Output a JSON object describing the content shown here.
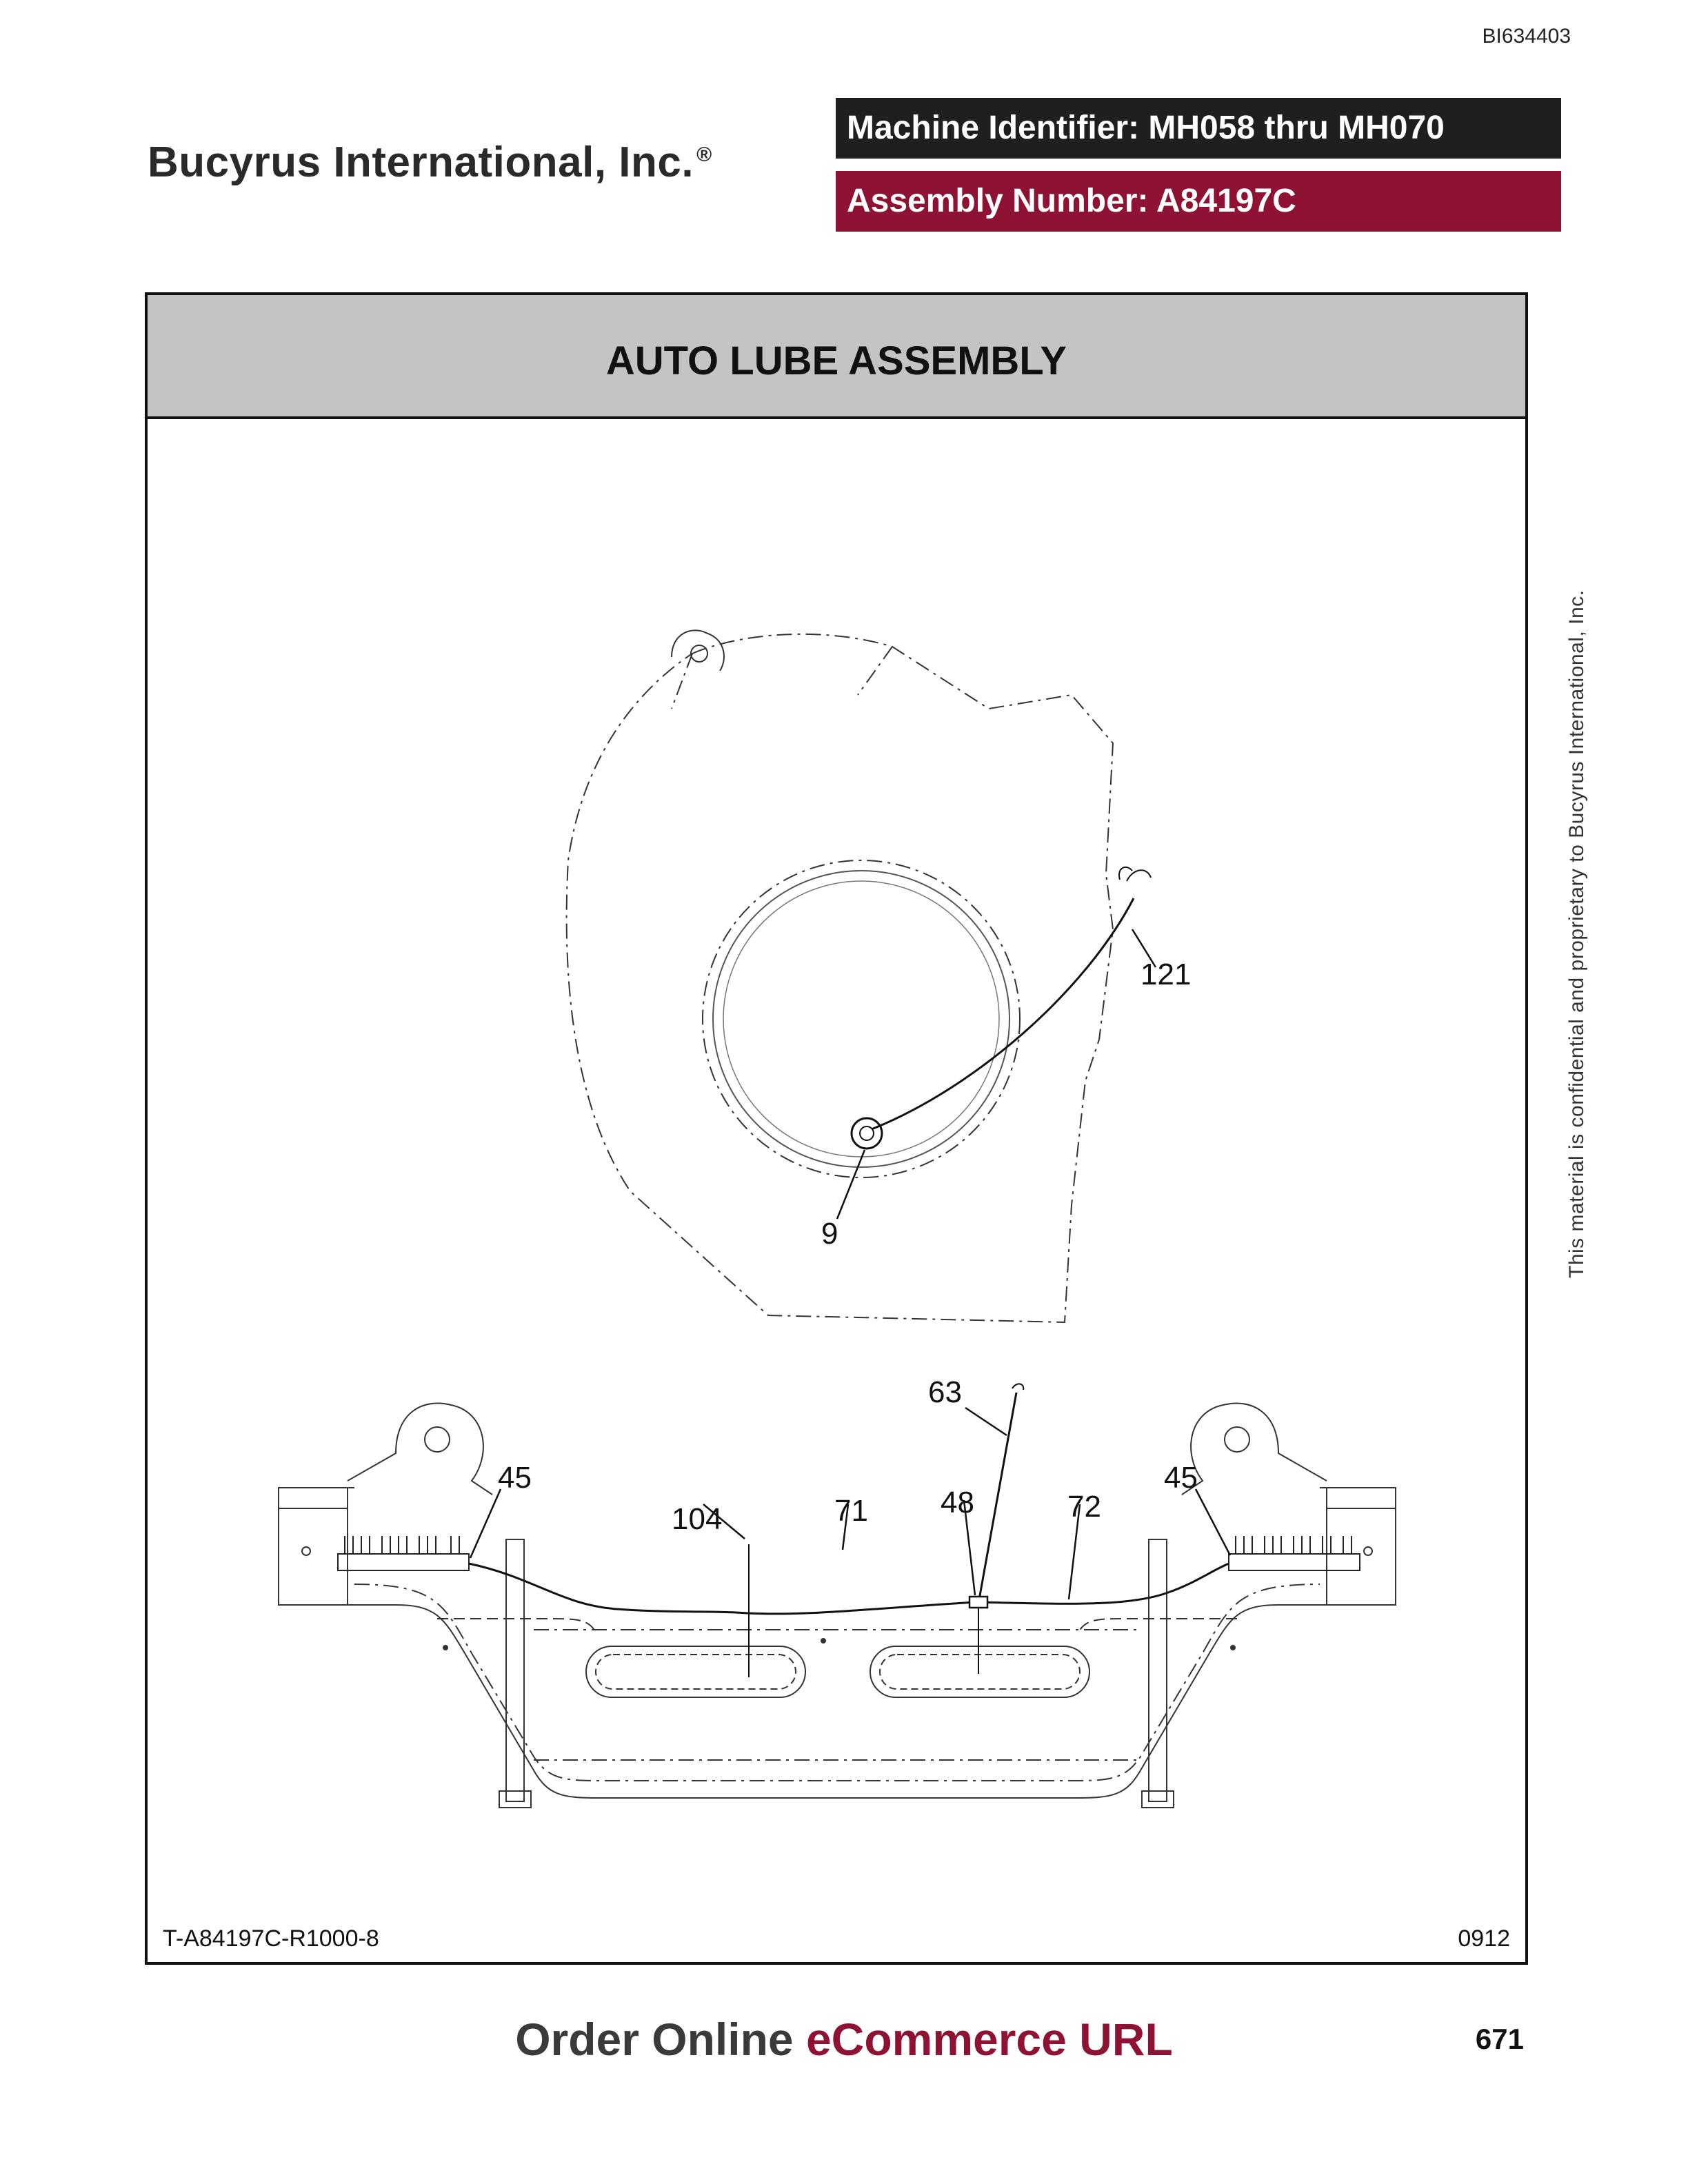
{
  "doc_id": "BI634403",
  "company": {
    "name": "Bucyrus International, Inc.",
    "mark": "®"
  },
  "header": {
    "machine_identifier": "Machine Identifier: MH058 thru MH070",
    "assembly_number": "Assembly Number: A84197C"
  },
  "title": "AUTO LUBE ASSEMBLY",
  "callouts": {
    "c121": "121",
    "c9": "9",
    "c63": "63",
    "c45a": "45",
    "c45b": "45",
    "c104": "104",
    "c71": "71",
    "c48": "48",
    "c72": "72"
  },
  "drawing_ref": "T-A84197C-R1000-8",
  "date_code": "0912",
  "side_note": "This material is confidential and proprietary to Bucyrus International, Inc.",
  "footer": {
    "part1": "Order Online ",
    "part2": "eCommerce URL"
  },
  "page_number": "671",
  "colors": {
    "brand_red": "#8e1234",
    "header_dark": "#1f1f1f",
    "title_band": "#c4c4c4"
  }
}
